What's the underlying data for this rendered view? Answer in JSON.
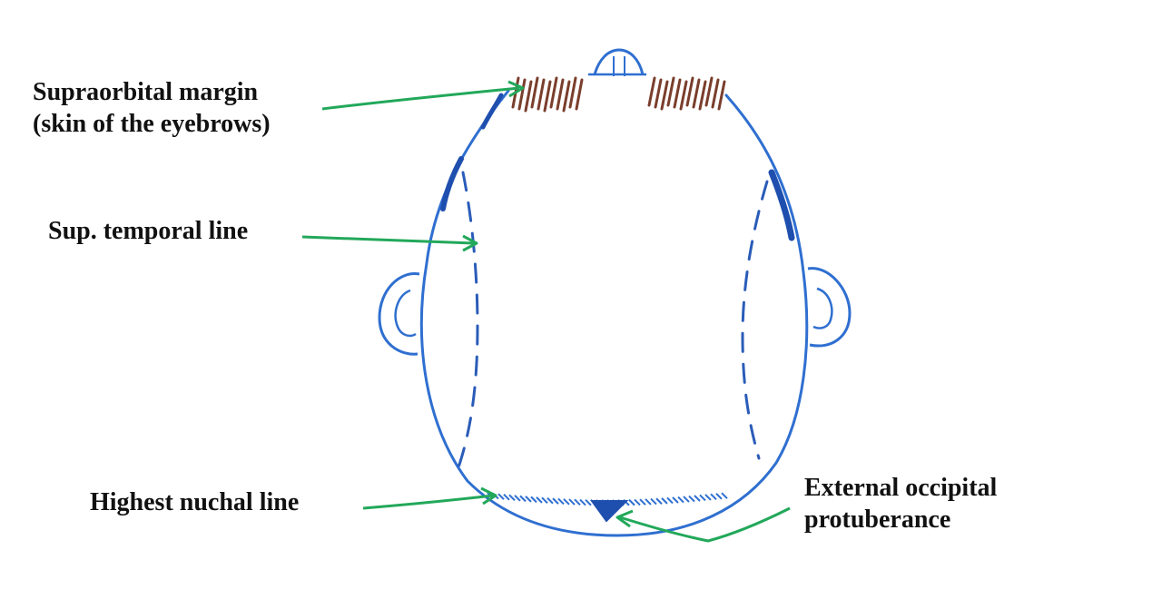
{
  "labels": {
    "supraorbital": {
      "line1": "Supraorbital margin",
      "line2": "(skin of the eyebrows)"
    },
    "sup_temporal": "Sup. temporal line",
    "highest_nuchal": "Highest nuchal line",
    "external_occipital": {
      "line1": "External occipital",
      "line2": "protuberance"
    }
  },
  "colors": {
    "outline": "#2f6fd0",
    "dashed": "#2a5cb8",
    "arrow": "#22a85a",
    "eyebrow": "#7a3e2c",
    "text": "#111111"
  }
}
